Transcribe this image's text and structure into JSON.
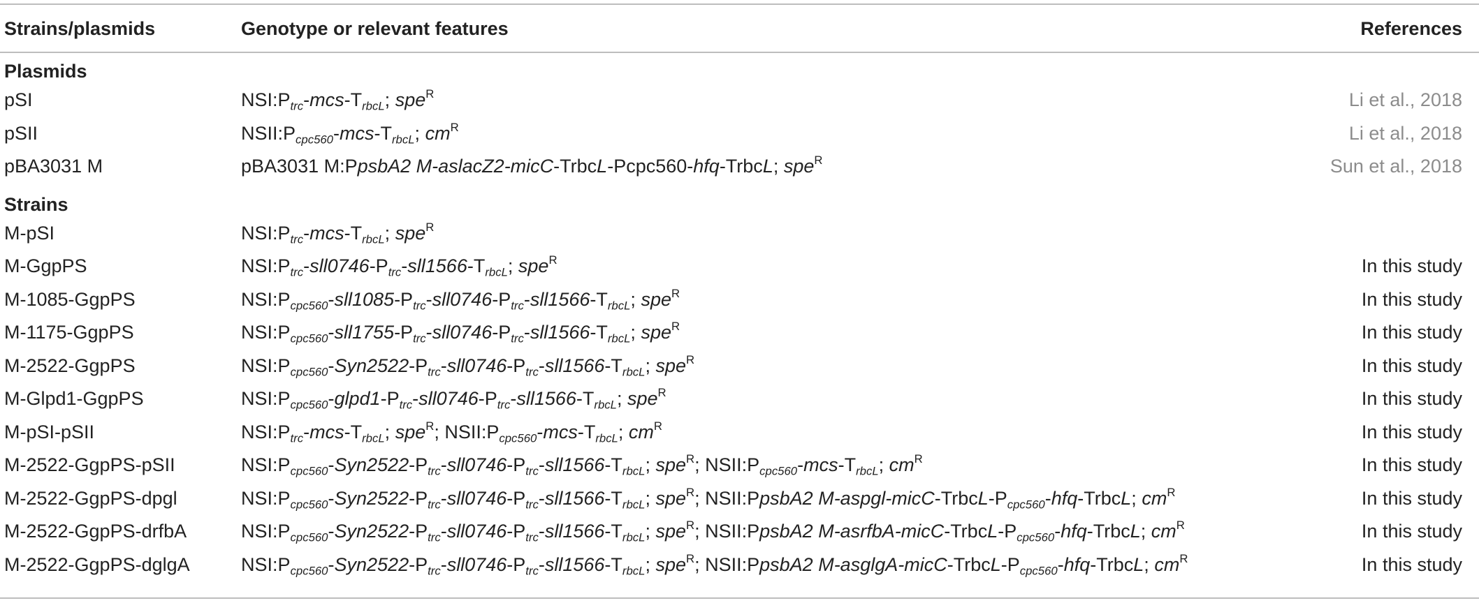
{
  "header": {
    "col1": "Strains/plasmids",
    "col2": "Genotype or relevant features",
    "col3": "References"
  },
  "sections": [
    {
      "title": "Plasmids",
      "rows": [
        {
          "name": "pSI",
          "reference": "Li et al., 2018",
          "ref_style": "citation",
          "genotype": [
            [
              "t",
              "NSI:P"
            ],
            [
              "s",
              "trc"
            ],
            [
              "t",
              "-"
            ],
            [
              "i",
              "mcs"
            ],
            [
              "t",
              "-T"
            ],
            [
              "s",
              "rbcL"
            ],
            [
              "t",
              "; "
            ],
            [
              "i",
              "spe"
            ],
            [
              "p",
              "R"
            ]
          ]
        },
        {
          "name": "pSII",
          "reference": "Li et al., 2018",
          "ref_style": "citation",
          "genotype": [
            [
              "t",
              "NSII:P"
            ],
            [
              "s",
              "cpc560"
            ],
            [
              "t",
              "-"
            ],
            [
              "i",
              "mcs"
            ],
            [
              "t",
              "-T"
            ],
            [
              "s",
              "rbcL"
            ],
            [
              "t",
              "; "
            ],
            [
              "i",
              "cm"
            ],
            [
              "p",
              "R"
            ]
          ]
        },
        {
          "name": "pBA3031 M",
          "reference": "Sun et al., 2018",
          "ref_style": "citation",
          "genotype": [
            [
              "t",
              "pBA3031 M:P"
            ],
            [
              "i",
              "psbA2 M-aslacZ2-micC"
            ],
            [
              "t",
              "-Trbc"
            ],
            [
              "i",
              "L"
            ],
            [
              "t",
              "-Pcpc560-"
            ],
            [
              "i",
              "hfq"
            ],
            [
              "t",
              "-Trbc"
            ],
            [
              "i",
              "L"
            ],
            [
              "t",
              "; "
            ],
            [
              "i",
              "spe"
            ],
            [
              "p",
              "R"
            ]
          ]
        }
      ]
    },
    {
      "title": "Strains",
      "rows": [
        {
          "name": "M-pSI",
          "reference": "",
          "ref_style": "plain",
          "genotype": [
            [
              "t",
              "NSI:P"
            ],
            [
              "s",
              "trc"
            ],
            [
              "t",
              "-"
            ],
            [
              "i",
              "mcs"
            ],
            [
              "t",
              "-T"
            ],
            [
              "s",
              "rbcL"
            ],
            [
              "t",
              "; "
            ],
            [
              "i",
              "spe"
            ],
            [
              "p",
              "R"
            ]
          ]
        },
        {
          "name": "M-GgpPS",
          "reference": "In this study",
          "ref_style": "plain",
          "genotype": [
            [
              "t",
              "NSI:P"
            ],
            [
              "s",
              "trc"
            ],
            [
              "t",
              "-"
            ],
            [
              "i",
              "sll0746"
            ],
            [
              "t",
              "-P"
            ],
            [
              "s",
              "trc"
            ],
            [
              "t",
              "-"
            ],
            [
              "i",
              "sll1566"
            ],
            [
              "t",
              "-T"
            ],
            [
              "s",
              "rbcL"
            ],
            [
              "t",
              "; "
            ],
            [
              "i",
              "spe"
            ],
            [
              "p",
              "R"
            ]
          ]
        },
        {
          "name": "M-1085-GgpPS",
          "reference": "In this study",
          "ref_style": "plain",
          "genotype": [
            [
              "t",
              "NSI:P"
            ],
            [
              "s",
              "cpc560"
            ],
            [
              "t",
              "-"
            ],
            [
              "i",
              "sll1085"
            ],
            [
              "t",
              "-P"
            ],
            [
              "s",
              "trc"
            ],
            [
              "t",
              "-"
            ],
            [
              "i",
              "sll0746"
            ],
            [
              "t",
              "-P"
            ],
            [
              "s",
              "trc"
            ],
            [
              "t",
              "-"
            ],
            [
              "i",
              "sll1566"
            ],
            [
              "t",
              "-T"
            ],
            [
              "s",
              "rbcL"
            ],
            [
              "t",
              "; "
            ],
            [
              "i",
              "spe"
            ],
            [
              "p",
              "R"
            ]
          ]
        },
        {
          "name": "M-1175-GgpPS",
          "reference": "In this study",
          "ref_style": "plain",
          "genotype": [
            [
              "t",
              "NSI:P"
            ],
            [
              "s",
              "cpc560"
            ],
            [
              "t",
              "-"
            ],
            [
              "i",
              "sll1755"
            ],
            [
              "t",
              "-P"
            ],
            [
              "s",
              "trc"
            ],
            [
              "t",
              "-"
            ],
            [
              "i",
              "sll0746"
            ],
            [
              "t",
              "-P"
            ],
            [
              "s",
              "trc"
            ],
            [
              "t",
              "-"
            ],
            [
              "i",
              "sll1566"
            ],
            [
              "t",
              "-T"
            ],
            [
              "s",
              "rbcL"
            ],
            [
              "t",
              "; "
            ],
            [
              "i",
              "spe"
            ],
            [
              "p",
              "R"
            ]
          ]
        },
        {
          "name": "M-2522-GgpPS",
          "reference": "In this study",
          "ref_style": "plain",
          "genotype": [
            [
              "t",
              "NSI:P"
            ],
            [
              "s",
              "cpc560"
            ],
            [
              "t",
              "-"
            ],
            [
              "i",
              "Syn2522"
            ],
            [
              "t",
              "-P"
            ],
            [
              "s",
              "trc"
            ],
            [
              "t",
              "-"
            ],
            [
              "i",
              "sll0746"
            ],
            [
              "t",
              "-P"
            ],
            [
              "s",
              "trc"
            ],
            [
              "t",
              "-"
            ],
            [
              "i",
              "sll1566"
            ],
            [
              "t",
              "-T"
            ],
            [
              "s",
              "rbcL"
            ],
            [
              "t",
              "; "
            ],
            [
              "i",
              "spe"
            ],
            [
              "p",
              "R"
            ]
          ]
        },
        {
          "name": "M-Glpd1-GgpPS",
          "reference": "In this study",
          "ref_style": "plain",
          "genotype": [
            [
              "t",
              "NSI:P"
            ],
            [
              "s",
              "cpc560"
            ],
            [
              "t",
              "-"
            ],
            [
              "i",
              "glpd1"
            ],
            [
              "t",
              "-P"
            ],
            [
              "s",
              "trc"
            ],
            [
              "t",
              "-"
            ],
            [
              "i",
              "sll0746"
            ],
            [
              "t",
              "-P"
            ],
            [
              "s",
              "trc"
            ],
            [
              "t",
              "-"
            ],
            [
              "i",
              "sll1566"
            ],
            [
              "t",
              "-T"
            ],
            [
              "s",
              "rbcL"
            ],
            [
              "t",
              "; "
            ],
            [
              "i",
              "spe"
            ],
            [
              "p",
              "R"
            ]
          ]
        },
        {
          "name": "M-pSI-pSII",
          "reference": "In this study",
          "ref_style": "plain",
          "genotype": [
            [
              "t",
              "NSI:P"
            ],
            [
              "s",
              "trc"
            ],
            [
              "t",
              "-"
            ],
            [
              "i",
              "mcs"
            ],
            [
              "t",
              "-T"
            ],
            [
              "s",
              "rbcL"
            ],
            [
              "t",
              "; "
            ],
            [
              "i",
              "spe"
            ],
            [
              "p",
              "R"
            ],
            [
              "t",
              "; NSII:P"
            ],
            [
              "s",
              "cpc560"
            ],
            [
              "t",
              "-"
            ],
            [
              "i",
              "mcs"
            ],
            [
              "t",
              "-T"
            ],
            [
              "s",
              "rbcL"
            ],
            [
              "t",
              "; "
            ],
            [
              "i",
              "cm"
            ],
            [
              "p",
              "R"
            ]
          ]
        },
        {
          "name": "M-2522-GgpPS-pSII",
          "reference": "In this study",
          "ref_style": "plain",
          "genotype": [
            [
              "t",
              "NSI:P"
            ],
            [
              "s",
              "cpc560"
            ],
            [
              "t",
              "-"
            ],
            [
              "i",
              "Syn2522"
            ],
            [
              "t",
              "-P"
            ],
            [
              "s",
              "trc"
            ],
            [
              "t",
              "-"
            ],
            [
              "i",
              "sll0746"
            ],
            [
              "t",
              "-P"
            ],
            [
              "s",
              "trc"
            ],
            [
              "t",
              "-"
            ],
            [
              "i",
              "sll1566"
            ],
            [
              "t",
              "-T"
            ],
            [
              "s",
              "rbcL"
            ],
            [
              "t",
              "; "
            ],
            [
              "i",
              "spe"
            ],
            [
              "p",
              "R"
            ],
            [
              "t",
              "; NSII:P"
            ],
            [
              "s",
              "cpc560"
            ],
            [
              "t",
              "-"
            ],
            [
              "i",
              "mcs"
            ],
            [
              "t",
              "-T"
            ],
            [
              "s",
              "rbcL"
            ],
            [
              "t",
              "; "
            ],
            [
              "i",
              "cm"
            ],
            [
              "p",
              "R"
            ]
          ]
        },
        {
          "name": "M-2522-GgpPS-dpgl",
          "reference": "In this study",
          "ref_style": "plain",
          "genotype": [
            [
              "t",
              "NSI:P"
            ],
            [
              "s",
              "cpc560"
            ],
            [
              "t",
              "-"
            ],
            [
              "i",
              "Syn2522"
            ],
            [
              "t",
              "-P"
            ],
            [
              "s",
              "trc"
            ],
            [
              "t",
              "-"
            ],
            [
              "i",
              "sll0746"
            ],
            [
              "t",
              "-P"
            ],
            [
              "s",
              "trc"
            ],
            [
              "t",
              "-"
            ],
            [
              "i",
              "sll1566"
            ],
            [
              "t",
              "-T"
            ],
            [
              "s",
              "rbcL"
            ],
            [
              "t",
              "; "
            ],
            [
              "i",
              "spe"
            ],
            [
              "p",
              "R"
            ],
            [
              "t",
              "; NSII:P"
            ],
            [
              "i",
              "psbA2 M-aspgl-micC"
            ],
            [
              "t",
              "-Trbc"
            ],
            [
              "i",
              "L"
            ],
            [
              "t",
              "-P"
            ],
            [
              "s",
              "cpc560"
            ],
            [
              "t",
              "-"
            ],
            [
              "i",
              "hfq"
            ],
            [
              "t",
              "-Trbc"
            ],
            [
              "i",
              "L"
            ],
            [
              "t",
              "; "
            ],
            [
              "i",
              "cm"
            ],
            [
              "p",
              "R"
            ]
          ]
        },
        {
          "name": "M-2522-GgpPS-drfbA",
          "reference": "In this study",
          "ref_style": "plain",
          "genotype": [
            [
              "t",
              "NSI:P"
            ],
            [
              "s",
              "cpc560"
            ],
            [
              "t",
              "-"
            ],
            [
              "i",
              "Syn2522"
            ],
            [
              "t",
              "-P"
            ],
            [
              "s",
              "trc"
            ],
            [
              "t",
              "-"
            ],
            [
              "i",
              "sll0746"
            ],
            [
              "t",
              "-P"
            ],
            [
              "s",
              "trc"
            ],
            [
              "t",
              "-"
            ],
            [
              "i",
              "sll1566"
            ],
            [
              "t",
              "-T"
            ],
            [
              "s",
              "rbcL"
            ],
            [
              "t",
              "; "
            ],
            [
              "i",
              "spe"
            ],
            [
              "p",
              "R"
            ],
            [
              "t",
              "; NSII:P"
            ],
            [
              "i",
              "psbA2 M-asrfbA-micC"
            ],
            [
              "t",
              "-Trbc"
            ],
            [
              "i",
              "L"
            ],
            [
              "t",
              "-P"
            ],
            [
              "s",
              "cpc560"
            ],
            [
              "t",
              "-"
            ],
            [
              "i",
              "hfq"
            ],
            [
              "t",
              "-Trbc"
            ],
            [
              "i",
              "L"
            ],
            [
              "t",
              "; "
            ],
            [
              "i",
              "cm"
            ],
            [
              "p",
              "R"
            ]
          ]
        },
        {
          "name": "M-2522-GgpPS-dglgA",
          "reference": "In this study",
          "ref_style": "plain",
          "genotype": [
            [
              "t",
              "NSI:P"
            ],
            [
              "s",
              "cpc560"
            ],
            [
              "t",
              "-"
            ],
            [
              "i",
              "Syn2522"
            ],
            [
              "t",
              "-P"
            ],
            [
              "s",
              "trc"
            ],
            [
              "t",
              "-"
            ],
            [
              "i",
              "sll0746"
            ],
            [
              "t",
              "-P"
            ],
            [
              "s",
              "trc"
            ],
            [
              "t",
              "-"
            ],
            [
              "i",
              "sll1566"
            ],
            [
              "t",
              "-T"
            ],
            [
              "s",
              "rbcL"
            ],
            [
              "t",
              "; "
            ],
            [
              "i",
              "spe"
            ],
            [
              "p",
              "R"
            ],
            [
              "t",
              "; NSII:P"
            ],
            [
              "i",
              "psbA2 M-asglgA-micC"
            ],
            [
              "t",
              "-Trbc"
            ],
            [
              "i",
              "L"
            ],
            [
              "t",
              "-P"
            ],
            [
              "s",
              "cpc560"
            ],
            [
              "t",
              "-"
            ],
            [
              "i",
              "hfq"
            ],
            [
              "t",
              "-Trbc"
            ],
            [
              "i",
              "L"
            ],
            [
              "t",
              "; "
            ],
            [
              "i",
              "cm"
            ],
            [
              "p",
              "R"
            ]
          ]
        }
      ]
    }
  ]
}
